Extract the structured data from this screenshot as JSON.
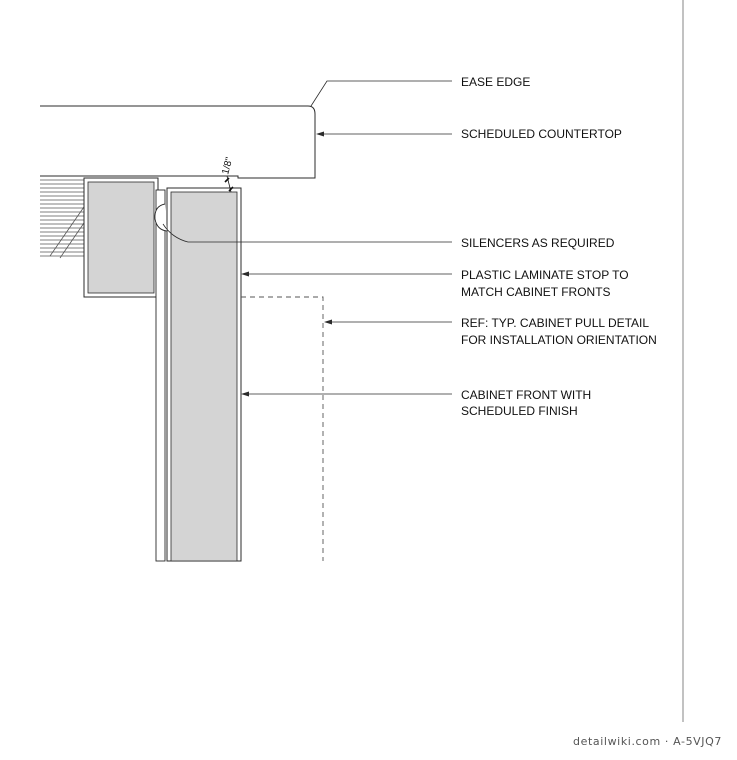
{
  "drawing": {
    "dimension": "1/8\"",
    "notes": [
      {
        "id": "ease-edge",
        "lines": [
          "EASE EDGE"
        ]
      },
      {
        "id": "scheduled-countertop",
        "lines": [
          "SCHEDULED COUNTERTOP"
        ]
      },
      {
        "id": "silencers",
        "lines": [
          "SILENCERS AS REQUIRED"
        ]
      },
      {
        "id": "laminate-stop",
        "lines": [
          "PLASTIC LAMINATE STOP TO",
          "MATCH CABINET FRONTS"
        ]
      },
      {
        "id": "pull-ref",
        "lines": [
          "REF: TYP. CABINET PULL DETAIL",
          "FOR INSTALLATION ORIENTATION"
        ]
      },
      {
        "id": "cabinet-front",
        "lines": [
          "CABINET FRONT WITH",
          "SCHEDULED FINISH"
        ]
      }
    ]
  },
  "footer": {
    "watermark": "detailwiki.com · A-5VJQ7"
  },
  "colors": {
    "line": "#2b2b2b",
    "fill": "#d4d4d4",
    "hatch": "#555555",
    "border": "#9a9a9a"
  }
}
